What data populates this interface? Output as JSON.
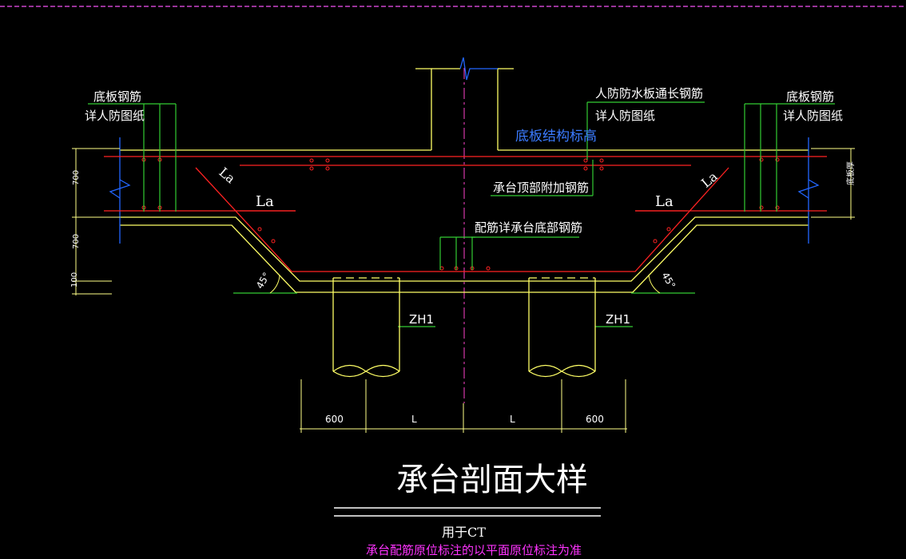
{
  "labels": {
    "left_note_1": "底板钢筋",
    "left_note_2": "详人防图纸",
    "right_note_1": "底板钢筋",
    "right_note_2": "详人防图纸",
    "civil_wall_1": "人防防水板通长钢筋",
    "civil_wall_2": "详人防图纸",
    "slab_elevation": "底板结构标高",
    "cap_top_rebar": "承台顶部附加钢筋",
    "cap_bottom_rebar": "配筋详承台底部钢筋",
    "la_left_diag": "La",
    "la_left": "La",
    "la_right": "La",
    "la_right_diag": "La",
    "angle_left": "45°",
    "angle_right": "45°",
    "pile_left": "ZH1",
    "pile_right": "ZH1",
    "dim_left_700_top": "700",
    "dim_left_700_mid": "700",
    "dim_left_100": "100",
    "dim_right_slab": "底板厚",
    "dim_600_left": "600",
    "dim_L_1": "L",
    "dim_L_2": "L",
    "dim_600_right": "600",
    "title": "承台剖面大样",
    "subtitle": "用于CT",
    "note": "承台配筋原位标注的以平面原位标注为准"
  },
  "colors": {
    "background": "#000000",
    "concrete_outline": "#ffff66",
    "rebar": "#ff2222",
    "leader": "#33cc33",
    "dimension": "#ffff88",
    "centerline": "#ff44cc",
    "break_line": "#2266ff",
    "text": "#ffffff",
    "note_text": "#ff33ff",
    "elevation_text": "#3b7bff"
  }
}
